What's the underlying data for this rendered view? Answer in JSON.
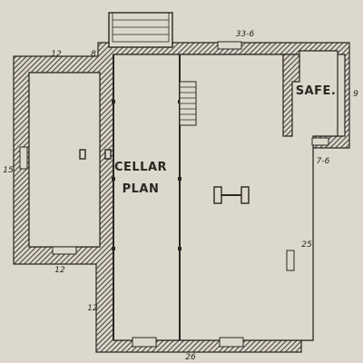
{
  "plan": {
    "title_line1": "CELLAR",
    "title_line2": "PLAN",
    "room_label": "SAFE.",
    "colors": {
      "paper": "#ddd8cc",
      "wall_fill": "#6f6a62",
      "ink": "#2a2622"
    }
  },
  "dimensions": {
    "top": "33-6",
    "left_top": "12",
    "top_small": "8",
    "safe_side": "9",
    "safe_bottom": "7-6",
    "left_side": "15",
    "left_bottom": "12",
    "lower_left": "12",
    "right_lower": "25",
    "bottom": "26"
  }
}
